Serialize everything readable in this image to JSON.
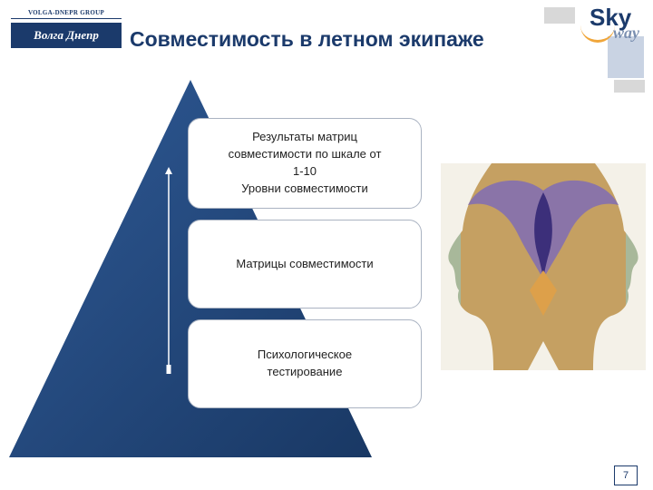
{
  "header": {
    "group_name": "VOLGA-DNEPR GROUP",
    "brand_name": "Волга Днепр",
    "title": "Совместимость в летном экипаже",
    "partner_logo": {
      "sky": "Sky",
      "way": "way"
    }
  },
  "pyramid": {
    "color": "#1e4275",
    "levels": [
      {
        "lines": [
          "Результаты матриц",
          "совместимости по шкале от",
          "1-10",
          "Уровни совместимости"
        ]
      },
      {
        "lines": [
          "Матрицы совместимости"
        ]
      },
      {
        "lines": [
          "Психологическое",
          "тестирование"
        ]
      }
    ]
  },
  "image": {
    "icon": "two-faces-illustration"
  },
  "footer": {
    "page_number": "7"
  }
}
